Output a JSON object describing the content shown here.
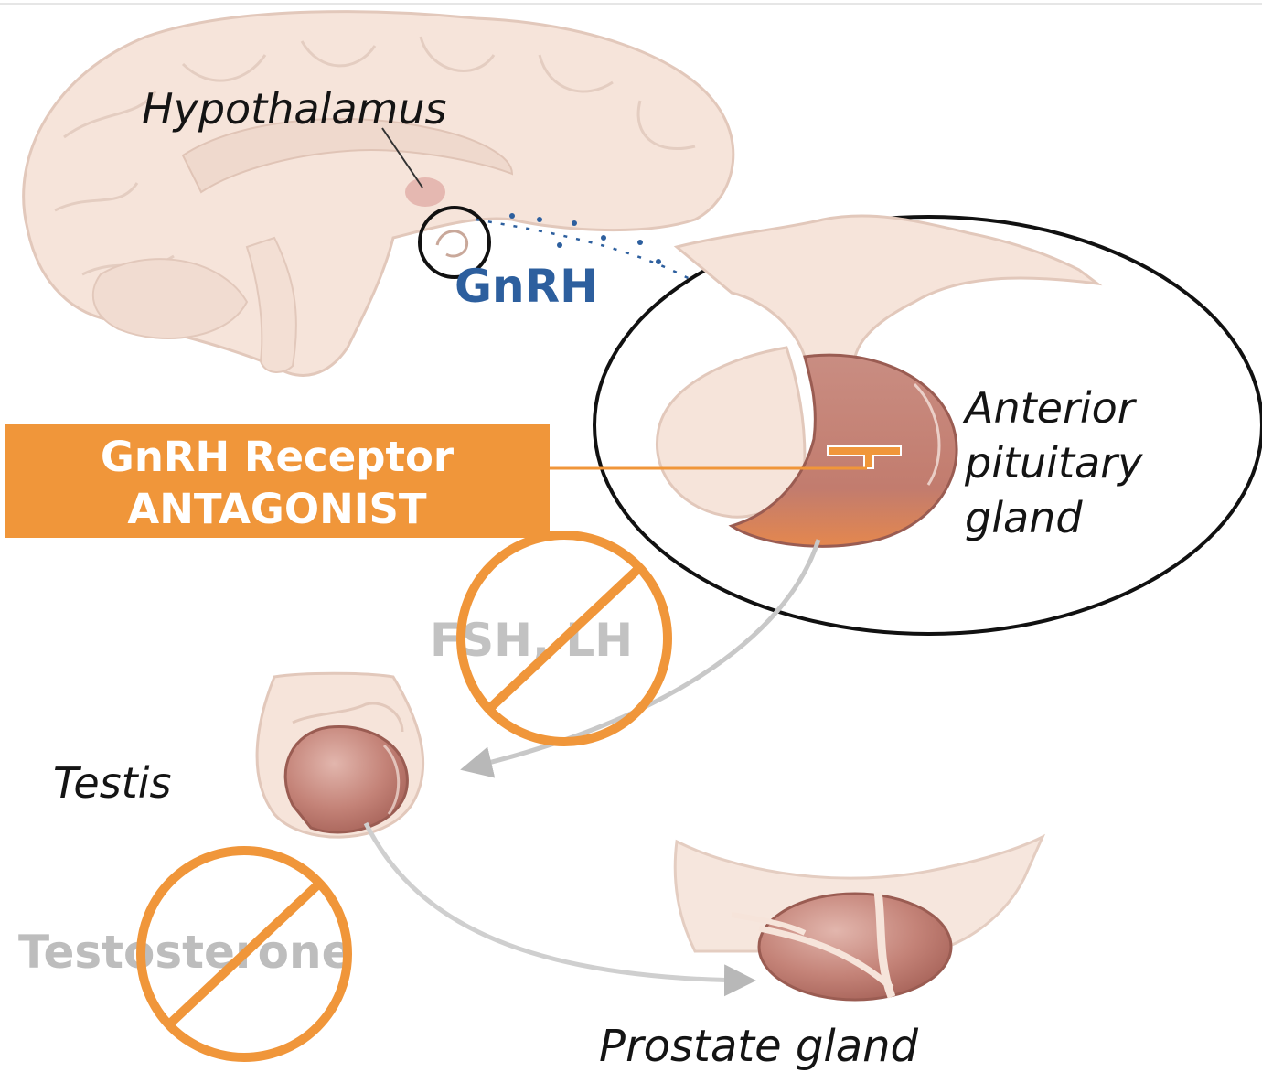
{
  "labels": {
    "hypothalamus": "Hypothalamus",
    "gnrh": "GnRH",
    "antagonist_line1": "GnRH Receptor",
    "antagonist_line2": "ANTAGONIST",
    "anterior_line1": "Anterior",
    "anterior_line2": "pituitary",
    "anterior_line3": "gland",
    "fsh_lh": "FSH, LH",
    "testis": "Testis",
    "testosterone": "Testosterone",
    "prostate": "Prostate gland"
  },
  "colors": {
    "tissue": "#f6e4da",
    "tissue_outline": "#e2c8bb",
    "organ": "#c98d82",
    "organ_dark": "#b06d63",
    "gnrh_blue": "#2d5f9e",
    "antagonist_orange": "#f0963a",
    "faded_gray": "#b5b5b5",
    "outline": "#111111"
  },
  "icons": [
    "prohibited-sign-icon",
    "prohibited-sign-icon"
  ]
}
